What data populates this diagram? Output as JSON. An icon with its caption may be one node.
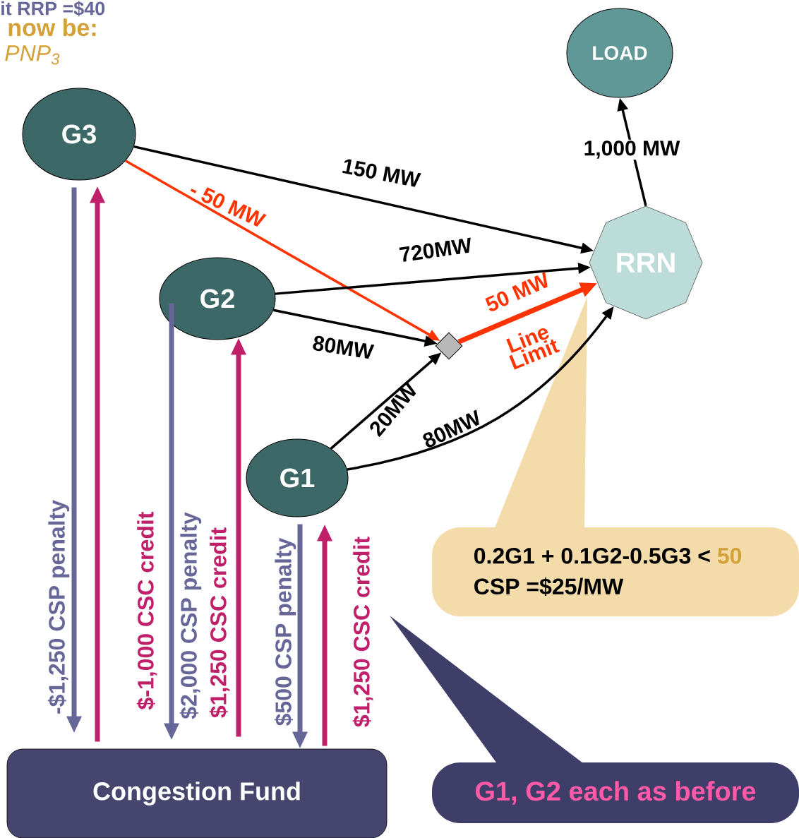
{
  "diagram": {
    "nodes": [
      {
        "text": [
          "G3"
        ]
      },
      {
        "text": [
          "G2"
        ]
      },
      {
        "text": [
          "G1"
        ]
      },
      {
        "text": [
          "LOAD"
        ]
      },
      {
        "text": [
          "RRN"
        ]
      },
      {
        "text": [],
        "shape": "diamond"
      },
      {
        "text": [
          "Congestion Fund"
        ]
      },
      {
        "text": [
          "0.2G1 + 0.1G2-0.5G3 <",
          "50",
          "CSP =$25/MW"
        ]
      },
      {
        "text": [
          "G1, G2 each as before"
        ]
      }
    ],
    "edges": [
      {
        "from": 0,
        "to": 4,
        "arrow": "to",
        "label": "150 MW"
      },
      {
        "from": 0,
        "to": 5,
        "arrow": "to",
        "label": "- 50 MW",
        "color": "#ff3300"
      },
      {
        "from": 1,
        "to": 4,
        "arrow": "to",
        "label": "720MW"
      },
      {
        "from": 1,
        "to": 5,
        "arrow": "to",
        "label": "80MW"
      },
      {
        "from": 2,
        "to": 5,
        "arrow": "to",
        "label": "20MW"
      },
      {
        "from": 2,
        "to": 4,
        "arrow": "to",
        "label": "80MW"
      },
      {
        "from": 5,
        "to": 4,
        "arrow": "to",
        "label": "50 MW",
        "color": "#ff3300",
        "style": "thick"
      },
      {
        "from": 4,
        "to": 3,
        "arrow": "to",
        "label": "1,000 MW"
      },
      {
        "from": 0,
        "to": 6,
        "arrow": "to",
        "label": "-$1,250 CSP penalty",
        "color": "#666699",
        "style": "thick"
      },
      {
        "from": 6,
        "to": 0,
        "arrow": "to",
        "label": "$-1,000  CSC credit",
        "color": "#c0206a",
        "style": "thick"
      },
      {
        "from": 1,
        "to": 6,
        "arrow": "to",
        "label": "$2,000 CSP penalty",
        "color": "#666699",
        "style": "thick"
      },
      {
        "from": 6,
        "to": 1,
        "arrow": "to",
        "label": "$1,250 CSC credit",
        "color": "#c0206a",
        "style": "thick"
      },
      {
        "from": 2,
        "to": 6,
        "arrow": "to",
        "label": "$500 CSP penalty",
        "color": "#666699",
        "style": "thick"
      },
      {
        "from": 6,
        "to": 2,
        "arrow": "to",
        "label": "$1,250 CSC credit",
        "color": "#c0206a",
        "style": "thick"
      }
    ],
    "labels": [
      "it RRP =$40",
      "now be:",
      "PNP$_{3}$",
      "Line Limit"
    ]
  }
}
